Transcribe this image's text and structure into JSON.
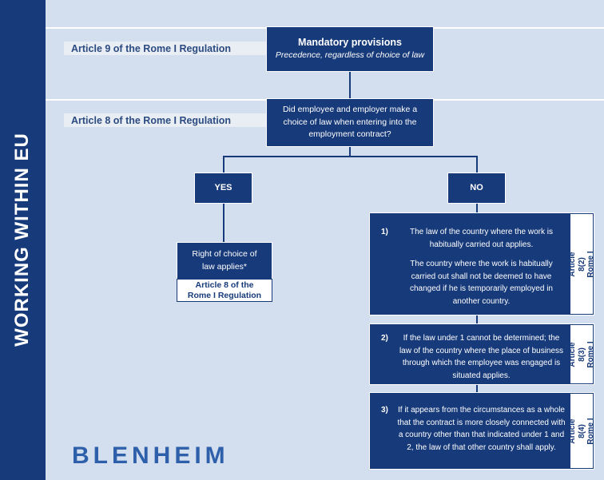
{
  "sidebar": {
    "title": "WORKING WITHIN EU"
  },
  "bands": {
    "article9": "Article 9 of the Rome I Regulation",
    "article8": "Article 8 of the Rome I Regulation"
  },
  "mandatory": {
    "title": "Mandatory provisions",
    "subtitle": "Precedence, regardless of choice of law"
  },
  "question": "Did employee and employer make a choice of law when entering into the employment contract?",
  "yes_label": "YES",
  "no_label": "NO",
  "choice": {
    "text": "Right of choice of law applies*",
    "article": "Article 8 of the Rome I Regulation"
  },
  "steps": [
    {
      "number": "1)",
      "paragraphs": [
        "The law of the country where the work is habitually carried out applies.",
        "The country where the work is habitually carried out shall not be deemed to have changed if he is temporarily employed in another country."
      ],
      "article": "Article 8(2) Rome I"
    },
    {
      "number": "2)",
      "paragraphs": [
        "If the law under 1 cannot be determined; the law of the country where the place of business through which the employee was engaged is situated applies."
      ],
      "article": "Article 8(3) Rome I"
    },
    {
      "number": "3)",
      "paragraphs": [
        "If it appears from the circumstances as a whole that the contract is more closely connected with a country other than that indicated under 1 and 2, the law of that other country shall apply."
      ],
      "article": "Article 8(4) Rome I"
    }
  ],
  "logo": "BLENHEIM",
  "colors": {
    "primary": "#173a7a",
    "background": "#d3dfee",
    "band": "#e9eef5",
    "logo": "#2e5faa"
  }
}
